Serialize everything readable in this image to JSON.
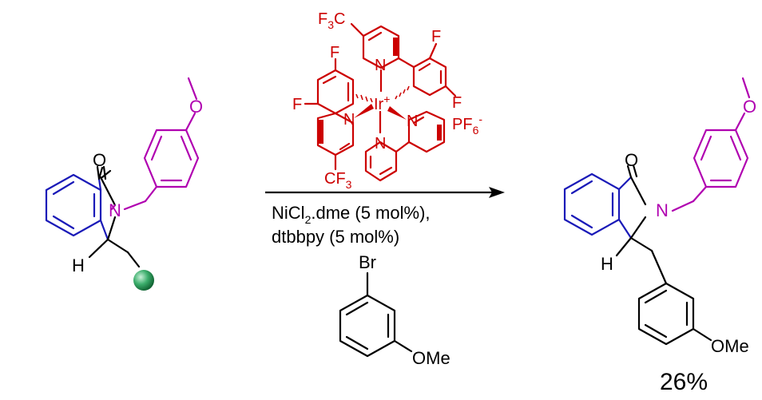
{
  "reactant": {
    "carbonyl_o": "O",
    "n": "N",
    "ether_o": "O",
    "h": "H"
  },
  "catalyst": {
    "cf3_top": "F",
    "cf3_top_sub": "3",
    "cf3_top_c": "C",
    "cf3_top_pre": "F",
    "f_top_right": "F",
    "f_left_upper": "F",
    "f_left_lower": "F",
    "f_right_lower": "F",
    "n_top": "N",
    "n_left": "N",
    "n_right": "N",
    "n_bottom": "N",
    "ir": "Ir",
    "ir_charge": "+",
    "pf6": "PF",
    "pf6_sub": "6",
    "pf6_charge": "-",
    "cf3_bottom": "CF",
    "cf3_bottom_sub": "3"
  },
  "conditions": {
    "line1_a": "NiCl",
    "line1_sub": "2",
    "line1_b": ".dme (5 mol%),",
    "line2": "dtbbpy (5 mol%)",
    "br": "Br",
    "ome": "OMe"
  },
  "product": {
    "carbonyl_o": "O",
    "n": "N",
    "ether_o": "O",
    "h": "H",
    "ome": "OMe",
    "yield": "26%"
  }
}
